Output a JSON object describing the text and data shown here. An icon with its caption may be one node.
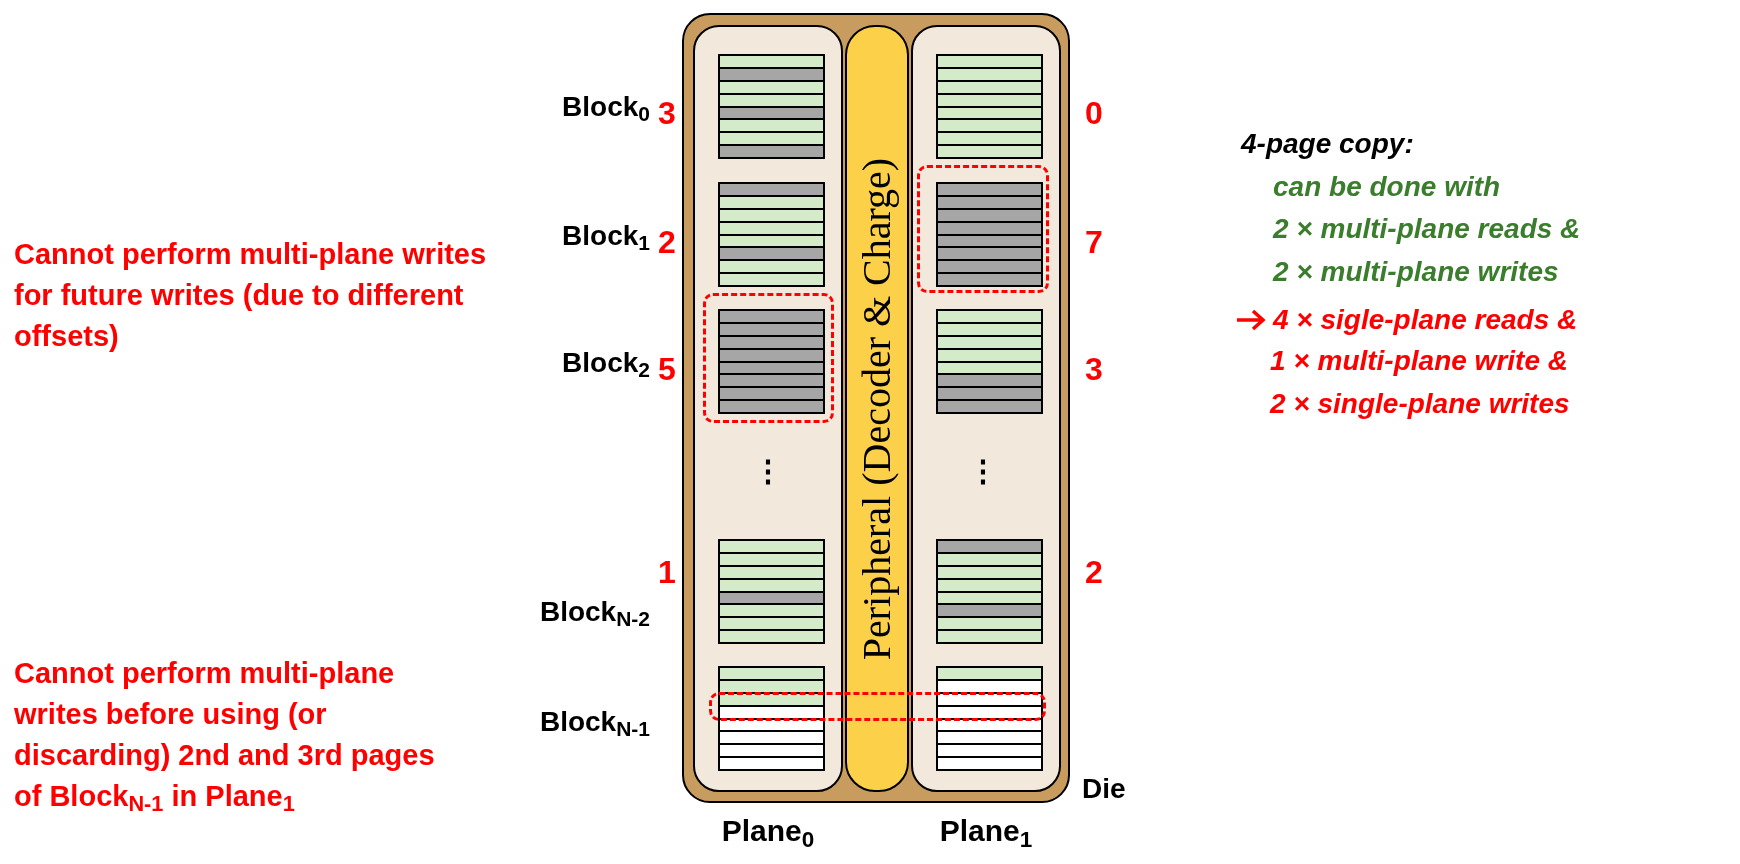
{
  "diagram": {
    "nodes": [
      {
        "text": [
          "Die"
        ]
      },
      {
        "text": [
          "Plane$_{0}$"
        ],
        "in": 0
      },
      {
        "text": [
          "Peripheral (Decoder & Charge)"
        ],
        "in": 0
      },
      {
        "text": [
          "Plane$_{1}$"
        ],
        "in": 0
      },
      {
        "text": [],
        "shape": "box",
        "in": 1,
        "beside": [
          "3"
        ]
      },
      {
        "text": [],
        "shape": "box",
        "in": 1,
        "beside": [
          "2"
        ]
      },
      {
        "text": [],
        "shape": "box",
        "in": 1,
        "beside": [
          "5"
        ]
      },
      {
        "text": [],
        "shape": "box",
        "in": 1,
        "beside": [
          "1"
        ]
      },
      {
        "text": [],
        "shape": "box",
        "in": 1
      },
      {
        "text": [],
        "shape": "box",
        "in": 3,
        "beside": [
          "0"
        ]
      },
      {
        "text": [],
        "shape": "box",
        "in": 3,
        "beside": [
          "7"
        ]
      },
      {
        "text": [],
        "shape": "box",
        "in": 3,
        "beside": [
          "3"
        ]
      },
      {
        "text": [],
        "shape": "box",
        "in": 3,
        "beside": [
          "2"
        ]
      },
      {
        "text": [],
        "shape": "box",
        "in": 3
      }
    ],
    "edges": [],
    "labels": [
      "Block$_{0}$",
      "Block$_{1}$",
      "Block$_{2}$",
      "Block$_{N-2}$",
      "Block$_{N-1}$",
      "⋮",
      "⋮",
      "Cannot perform multi-plane writes for future writes (due to different offsets)",
      "Cannot perform multi-plane writes before using (or discarding) 2nd and 3rd pages of Block$_{N-1}$ in Plane$_{1}$",
      "4-page copy:",
      "can be done with",
      "2 × multi-plane reads &",
      "2 × multi-plane writes",
      "4 × sigle-plane reads &",
      "1 × multi-plane write &",
      "2 × single-plane writes"
    ]
  }
}
